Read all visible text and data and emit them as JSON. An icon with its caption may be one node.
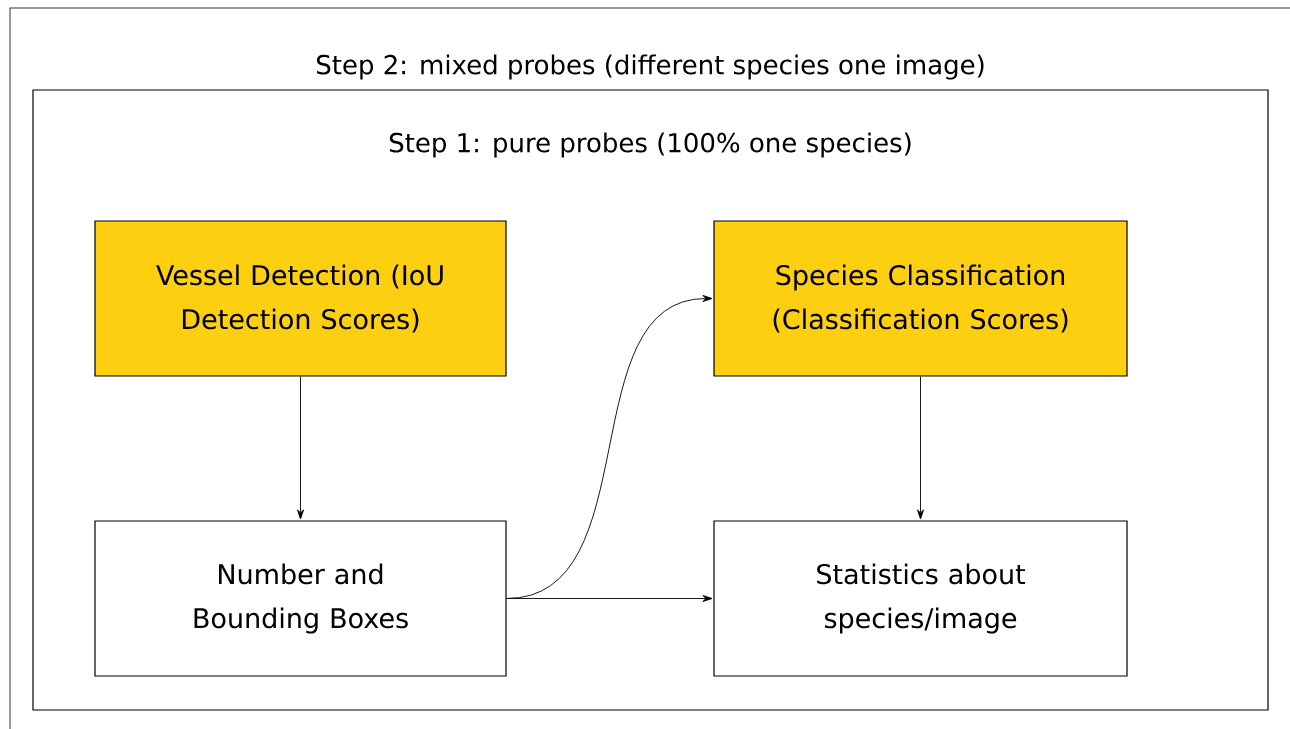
{
  "diagram": {
    "nodes": [
      {
        "text": [
          "Step 2: mixed probes (different species one image)",
          "Step 1: pure probes (100% one species)"
        ]
      },
      {
        "text": [
          "Vessel Detection (IoU Detection Scores)"
        ],
        "in": 0
      },
      {
        "text": [
          "Species Classification (Classification Scores)"
        ],
        "in": 0
      },
      {
        "text": [
          "Number and Bounding Boxes"
        ],
        "in": 0
      },
      {
        "text": [
          "Statistics about species/image"
        ],
        "in": 0
      }
    ],
    "edges": [
      {
        "from": 1,
        "to": 3,
        "arrow": "to"
      },
      {
        "from": 3,
        "to": 2,
        "arrow": "to"
      },
      {
        "from": 3,
        "to": 4,
        "arrow": "to"
      },
      {
        "from": 2,
        "to": 4,
        "arrow": "to"
      }
    ]
  }
}
